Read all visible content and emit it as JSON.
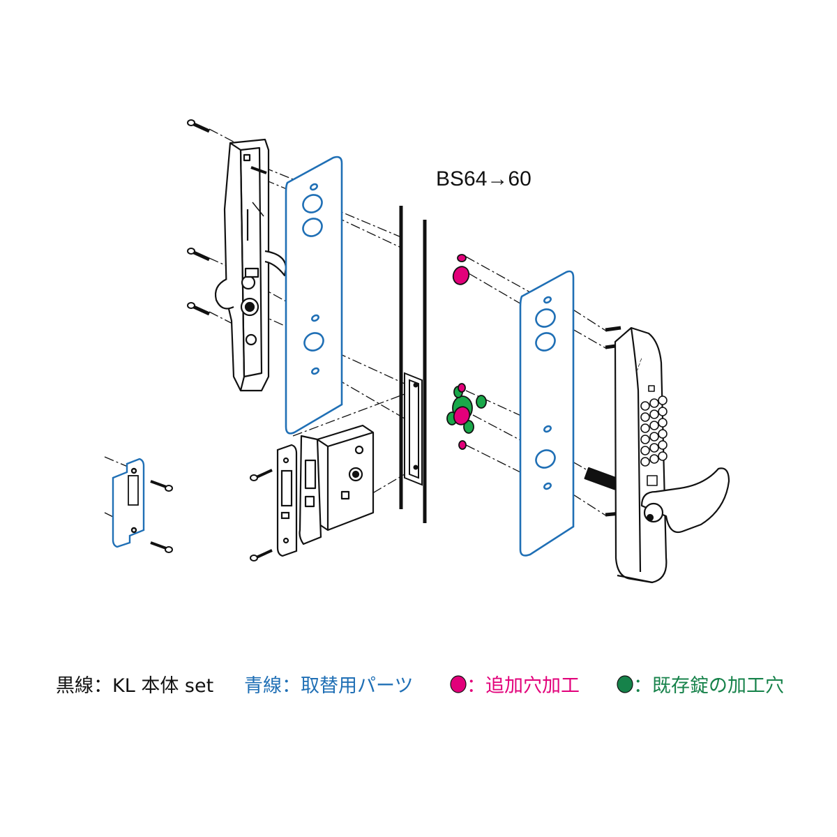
{
  "diagram": {
    "annotation": "BS64→60"
  },
  "legend": {
    "black_line": "黒線：KL 本体 set",
    "blue_line": "青線：取替用パーツ",
    "magenta_dot_text": "：追加穴加工",
    "green_dot_text": "：既存錠の加工穴"
  },
  "colors": {
    "black": "#111111",
    "blue": "#1f6fb5",
    "magenta": "#e2007a",
    "green": "#16824a",
    "green_fill": "#1aa84a"
  }
}
